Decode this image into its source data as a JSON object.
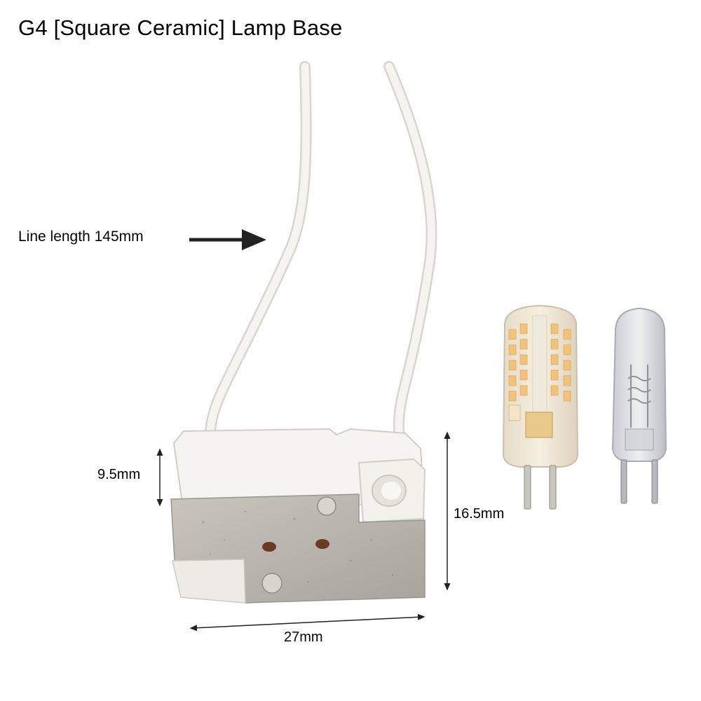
{
  "title": "G4 [Square Ceramic] Lamp Base",
  "annotations": {
    "line_length": "Line length 145mm",
    "height_small": "9.5mm",
    "height_total": "16.5mm",
    "width": "27mm"
  },
  "colors": {
    "wire": "#f4f2ee",
    "ceramic": "#f6f4f0",
    "ceramic_face": "#b9b5ae",
    "led_chip": "#f2c27a",
    "glass": "#dcdde2"
  }
}
